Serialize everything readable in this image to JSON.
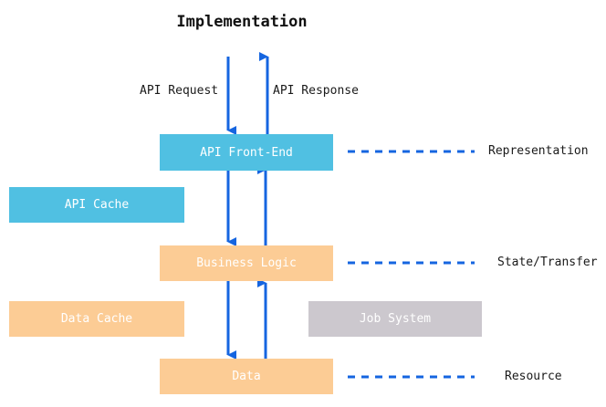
{
  "diagram": {
    "title": "Implementation",
    "type": "flow-diagram",
    "colors": {
      "representation_fill": "#50c0e2",
      "state_transfer_fill": "#fccc95",
      "resource_fill": "#fccc95",
      "job_system_fill": "#ccc8ce",
      "arrow": "#1565e0",
      "dashed_line": "#1565e0",
      "text_on_box": "#ffffff",
      "text_plain": "#1a1a1a",
      "background": "#ffffff"
    },
    "nodes": [
      {
        "id": "api-front-end",
        "label": "API Front-End",
        "layer": "representation",
        "fill": "#50c0e2"
      },
      {
        "id": "api-cache",
        "label": "API Cache",
        "layer": "representation",
        "fill": "#50c0e2"
      },
      {
        "id": "business-logic",
        "label": "Business Logic",
        "layer": "state-transfer",
        "fill": "#fccc95"
      },
      {
        "id": "data-cache",
        "label": "Data Cache",
        "layer": "state-transfer",
        "fill": "#fccc95"
      },
      {
        "id": "job-system",
        "label": "Job System",
        "layer": "state-transfer",
        "fill": "#ccc8ce"
      },
      {
        "id": "data",
        "label": "Data",
        "layer": "resource",
        "fill": "#fccc95"
      }
    ],
    "edge_labels": [
      {
        "id": "api-request",
        "label": "API Request",
        "direction": "down"
      },
      {
        "id": "api-response",
        "label": "API Response",
        "direction": "up"
      }
    ],
    "layer_labels": [
      {
        "id": "representation",
        "label": "Representation"
      },
      {
        "id": "state-transfer",
        "label": "State/Transfer"
      },
      {
        "id": "resource",
        "label": "Resource"
      }
    ]
  }
}
